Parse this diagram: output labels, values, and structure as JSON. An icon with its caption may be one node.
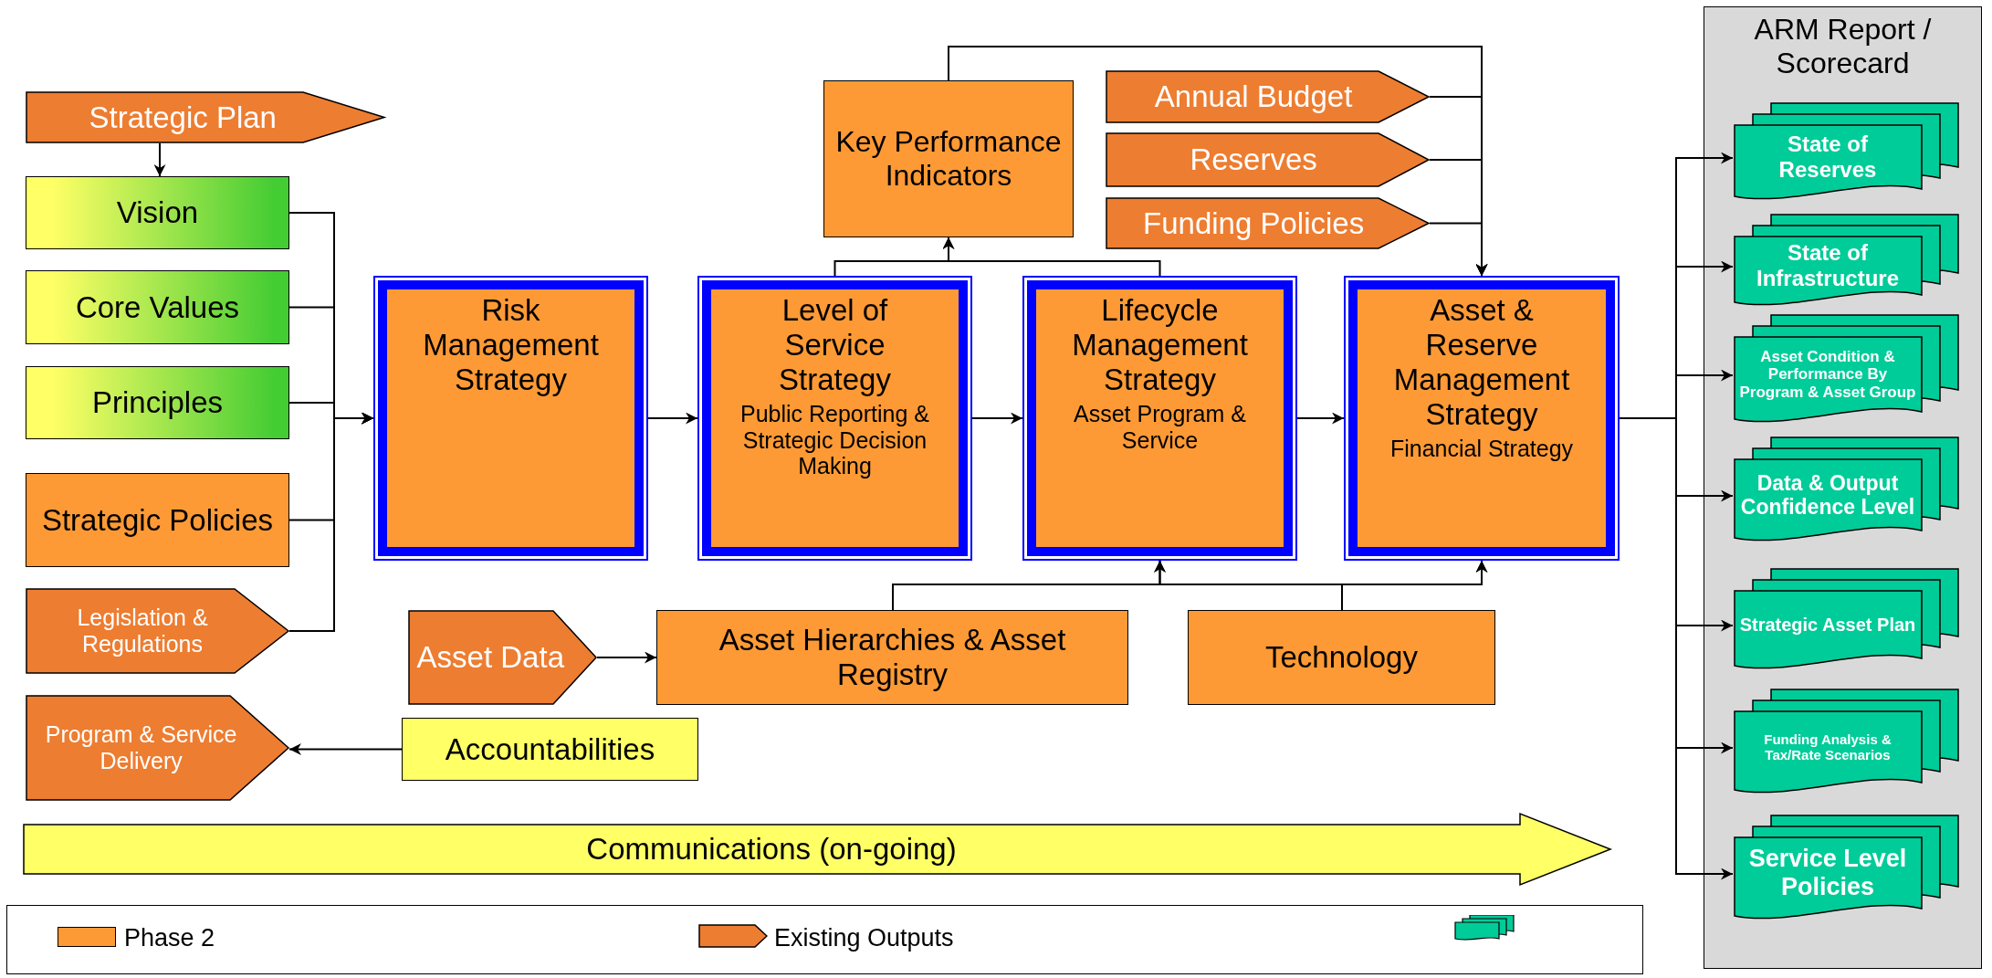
{
  "diagram": {
    "nodes": [
      {
        "text": [
          "Strategic Plan"
        ]
      },
      {
        "text": [
          "Vision"
        ]
      },
      {
        "text": [
          "Core Values"
        ]
      },
      {
        "text": [
          "Principles"
        ]
      },
      {
        "text": [
          "Strategic Policies"
        ]
      },
      {
        "text": [
          "Legislation & Regulations"
        ]
      },
      {
        "text": [
          "Program & Service Delivery"
        ]
      },
      {
        "text": [
          "Risk Management Strategy"
        ]
      },
      {
        "text": [
          "Level of Service Strategy",
          "Public Reporting & Strategic Decision Making"
        ]
      },
      {
        "text": [
          "Lifecycle Management Strategy",
          "Asset Program & Service"
        ]
      },
      {
        "text": [
          "Asset & Reserve Management Strategy",
          "Financial Strategy"
        ]
      },
      {
        "text": [
          "Key Performance Indicators"
        ]
      },
      {
        "text": [
          "Annual Budget"
        ]
      },
      {
        "text": [
          "Reserves"
        ]
      },
      {
        "text": [
          "Funding Policies"
        ]
      },
      {
        "text": [
          "Asset Data"
        ]
      },
      {
        "text": [
          "Asset Hierarchies & Asset Registry"
        ]
      },
      {
        "text": [
          "Technology"
        ]
      },
      {
        "text": [
          "Accountabilities"
        ]
      },
      {
        "text": [
          "Communications (on-going)"
        ]
      },
      {
        "text": [
          "ARM Report / Scorecard"
        ]
      },
      {
        "text": [
          "State of Reserves"
        ],
        "in": 20
      },
      {
        "text": [
          "State of Infrastructure"
        ],
        "in": 20
      },
      {
        "text": [
          "Asset Condition & Performance By Program & Asset Group"
        ],
        "in": 20
      },
      {
        "text": [
          "Data & Output Confidence Level"
        ],
        "in": 20
      },
      {
        "text": [
          "Strategic Asset Plan"
        ],
        "in": 20
      },
      {
        "text": [
          "Funding Analysis & Tax/Rate Scenarios"
        ],
        "in": 20
      },
      {
        "text": [
          "Service Level Policies"
        ],
        "in": 20
      }
    ],
    "edges": [
      {
        "from": 0,
        "to": 1,
        "arrow": "to"
      },
      {
        "from": 1,
        "to": 7,
        "arrow": "to"
      },
      {
        "from": 2,
        "to": 7,
        "arrow": "to"
      },
      {
        "from": 3,
        "to": 7,
        "arrow": "to"
      },
      {
        "from": 4,
        "to": 7,
        "arrow": "to"
      },
      {
        "from": 5,
        "to": 7,
        "arrow": "to"
      },
      {
        "from": 18,
        "to": 6,
        "arrow": "to"
      },
      {
        "from": 7,
        "to": 8,
        "arrow": "to"
      },
      {
        "from": 8,
        "to": 9,
        "arrow": "to"
      },
      {
        "from": 9,
        "to": 10,
        "arrow": "to"
      },
      {
        "from": 8,
        "to": 11,
        "arrow": "to"
      },
      {
        "from": 9,
        "to": 11,
        "arrow": "to"
      },
      {
        "from": 11,
        "to": 10,
        "arrow": "to"
      },
      {
        "from": 12,
        "to": 10,
        "arrow": "to"
      },
      {
        "from": 13,
        "to": 10,
        "arrow": "to"
      },
      {
        "from": 14,
        "to": 10,
        "arrow": "to"
      },
      {
        "from": 15,
        "to": 16,
        "arrow": "to"
      },
      {
        "from": 16,
        "to": 9,
        "arrow": "to"
      },
      {
        "from": 16,
        "to": 10,
        "arrow": "to"
      },
      {
        "from": 17,
        "to": 9,
        "arrow": "to"
      },
      {
        "from": 17,
        "to": 10,
        "arrow": "to"
      },
      {
        "from": 10,
        "to": 21,
        "arrow": "to"
      },
      {
        "from": 10,
        "to": 22,
        "arrow": "to"
      },
      {
        "from": 10,
        "to": 23,
        "arrow": "to"
      },
      {
        "from": 10,
        "to": 24,
        "arrow": "to"
      },
      {
        "from": 10,
        "to": 25,
        "arrow": "to"
      },
      {
        "from": 10,
        "to": 26,
        "arrow": "to"
      },
      {
        "from": 10,
        "to": 27,
        "arrow": "to"
      }
    ],
    "legend": [
      {
        "text": "Phase 2",
        "color": "#fd9a35"
      },
      {
        "text": "Existing Outputs"
      }
    ]
  }
}
